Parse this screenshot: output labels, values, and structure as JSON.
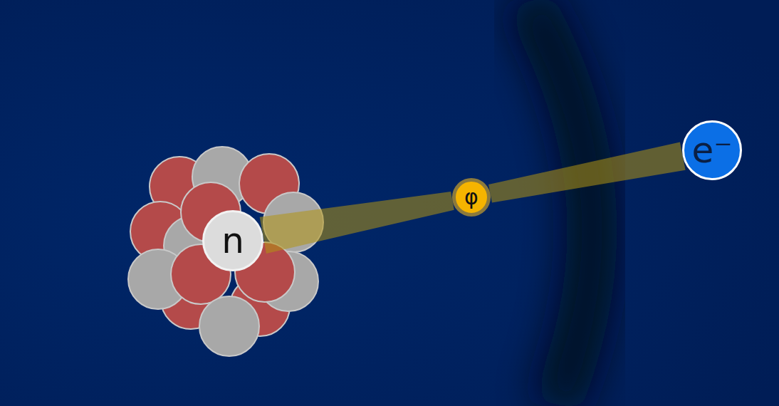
{
  "diagram": {
    "nodes": [
      {
        "text": [
          "n"
        ]
      },
      {
        "text": [
          "φ"
        ]
      },
      {
        "text": [
          "e⁻"
        ]
      }
    ],
    "edges": [
      {
        "from": 0,
        "to": 1,
        "arrow": "none"
      },
      {
        "from": 1,
        "to": 2,
        "arrow": "none"
      }
    ]
  }
}
